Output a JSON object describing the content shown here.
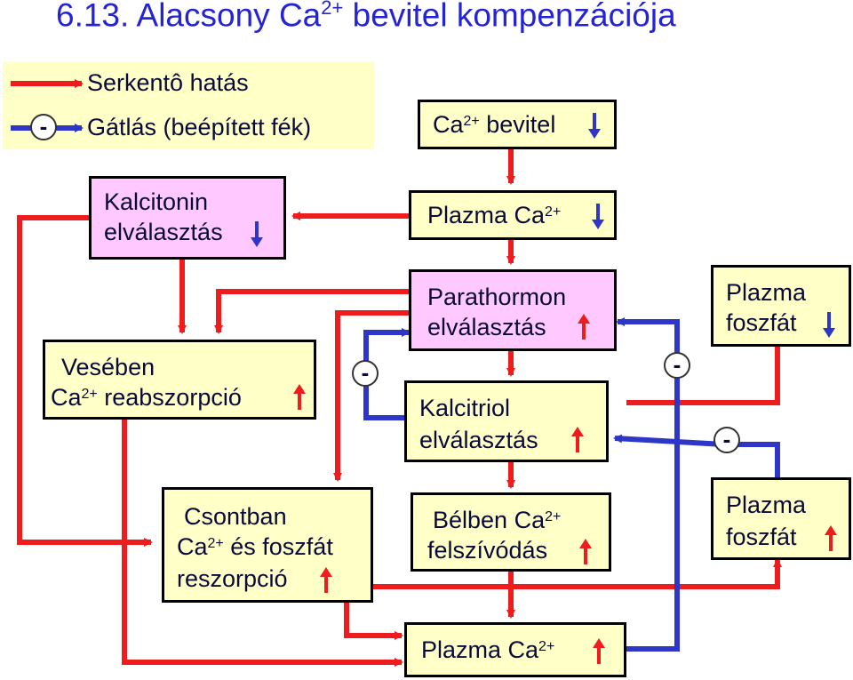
{
  "title": {
    "prefix": "6.13. Alacsony Ca",
    "sup": "2+",
    "suffix": " bevitel kompenzációja"
  },
  "legend": {
    "stimulating": "Serkentô hatás",
    "inhibiting": "Gátlás (beépített fék)",
    "minus_symbol": "-"
  },
  "boxes": {
    "ca_intake": {
      "text": "Ca",
      "sup": "2+",
      "text2": " bevitel",
      "indicator": "down"
    },
    "plasma_ca_top": {
      "text": "Plazma Ca",
      "sup": "2+",
      "indicator": "down"
    },
    "calcitonin": {
      "line1": "Kalcitonin",
      "line2": "elválasztás",
      "indicator": "down"
    },
    "pth": {
      "line1": "Parathormon",
      "line2": "elválasztás",
      "indicator": "up"
    },
    "phosphate_top": {
      "line1": "Plazma",
      "line2": "foszfát",
      "indicator": "down"
    },
    "kidney": {
      "line1": "Vesében",
      "line2_a": "Ca",
      "sup": "2+",
      "line2_b": " reabszorpció",
      "indicator": "up"
    },
    "calcitriol": {
      "line1": "Kalcitriol",
      "line2": "elválasztás",
      "indicator": "up"
    },
    "bone": {
      "line1": "Csontban",
      "line2_a": "Ca",
      "sup": "2+",
      "line2_b": " és foszfát",
      "line3": "reszorpció",
      "indicator": "up"
    },
    "gut": {
      "line1_a": "Bélben Ca",
      "sup": "2+",
      "line2": "felszívódás",
      "indicator": "up"
    },
    "phosphate_bottom": {
      "line1": "Plazma",
      "line2": "foszfát",
      "indicator": "up"
    },
    "plasma_ca_bottom": {
      "text": "Plazma Ca",
      "sup": "2+",
      "indicator": "up"
    }
  },
  "inhibition_markers": [
    "-",
    "-",
    "-"
  ],
  "colors": {
    "stimulating": "#ee1c1c",
    "inhibiting": "#2e36c8",
    "box_yellow": "#ffffc8",
    "box_pink": "#ffc8ff",
    "title": "#2424d6"
  }
}
